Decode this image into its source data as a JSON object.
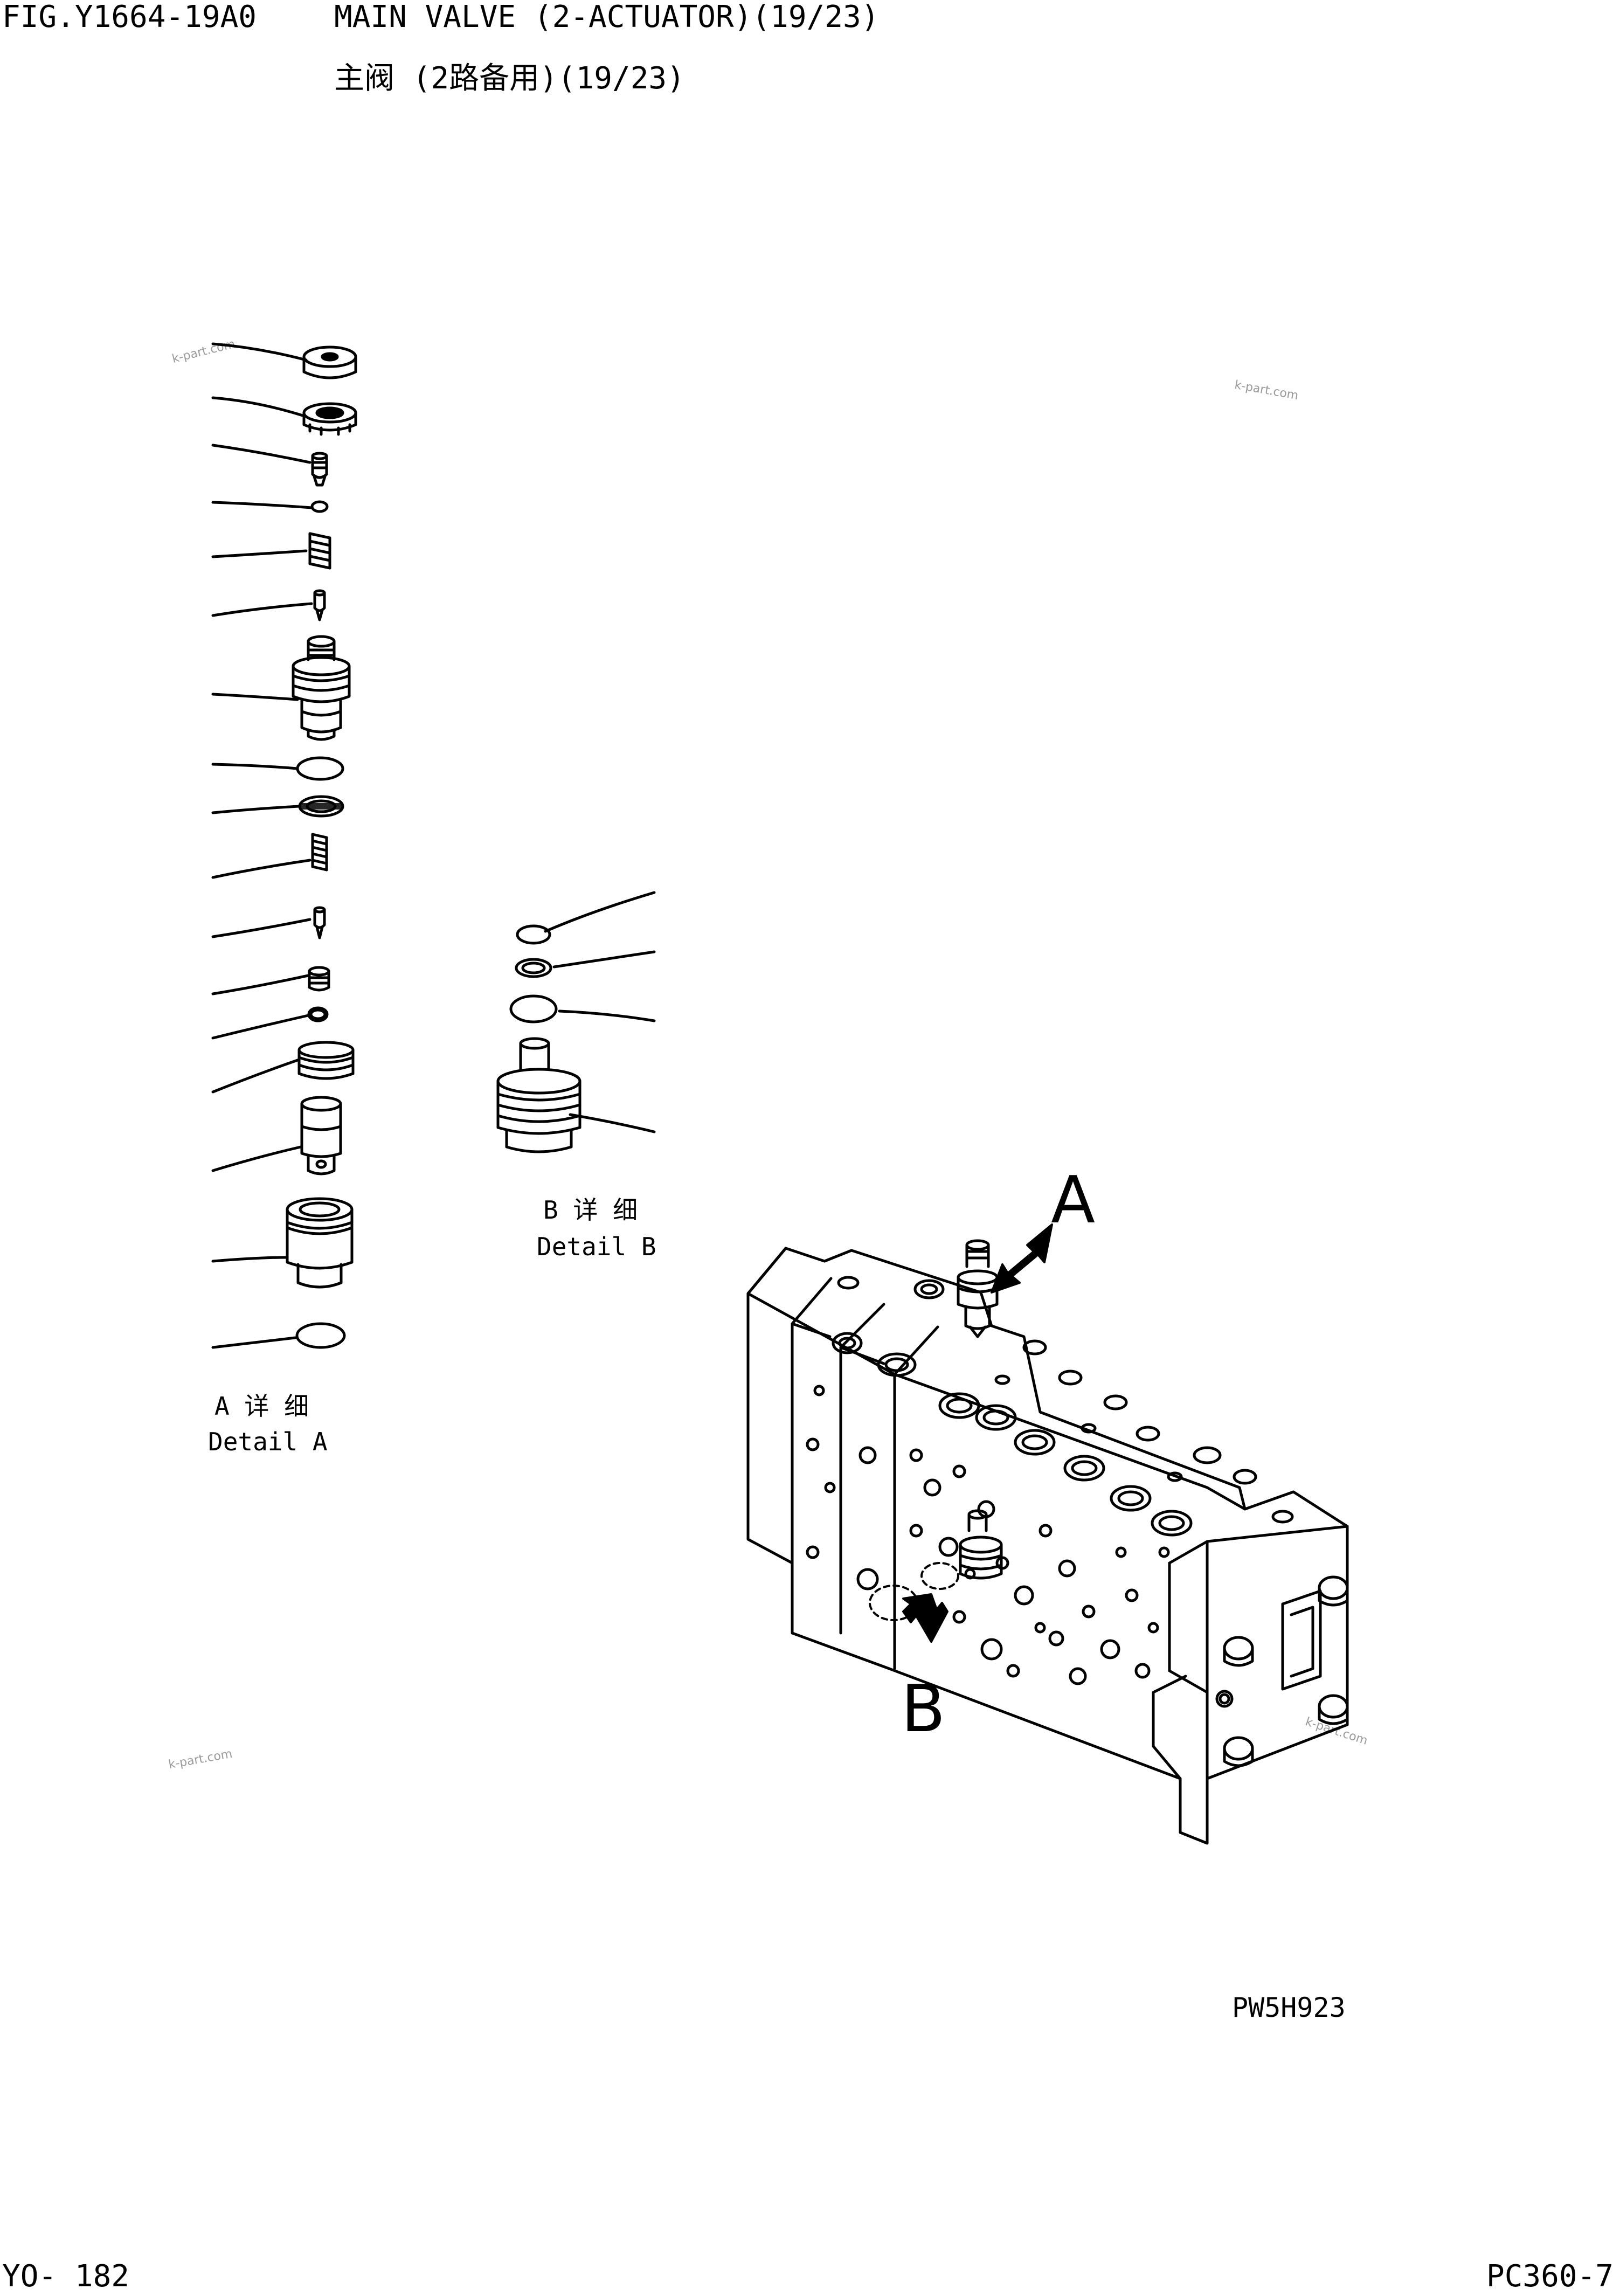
{
  "header": {
    "fig_number": "FIG.Y1664-19A0",
    "title_en": "MAIN VALVE (2-ACTUATOR)(19/23)",
    "title_cn": "主阀 (2路备用)(19/23)"
  },
  "details": {
    "a_cn": "A 详 细",
    "a_en": "Detail A",
    "b_cn": "B 详 细",
    "b_en": "Detail B"
  },
  "assembly": {
    "callout_a": "A",
    "callout_b": "B",
    "drawing_code": "PW5H923"
  },
  "watermarks": [
    "k-part.com",
    "k-part.com",
    "k-part.com",
    "k-part.com"
  ],
  "footer": {
    "page_number": "YO- 182",
    "model": "PC360-7"
  },
  "colors": {
    "ink": "#000000",
    "paper": "#ffffff",
    "watermark": "#9a9a9a"
  }
}
